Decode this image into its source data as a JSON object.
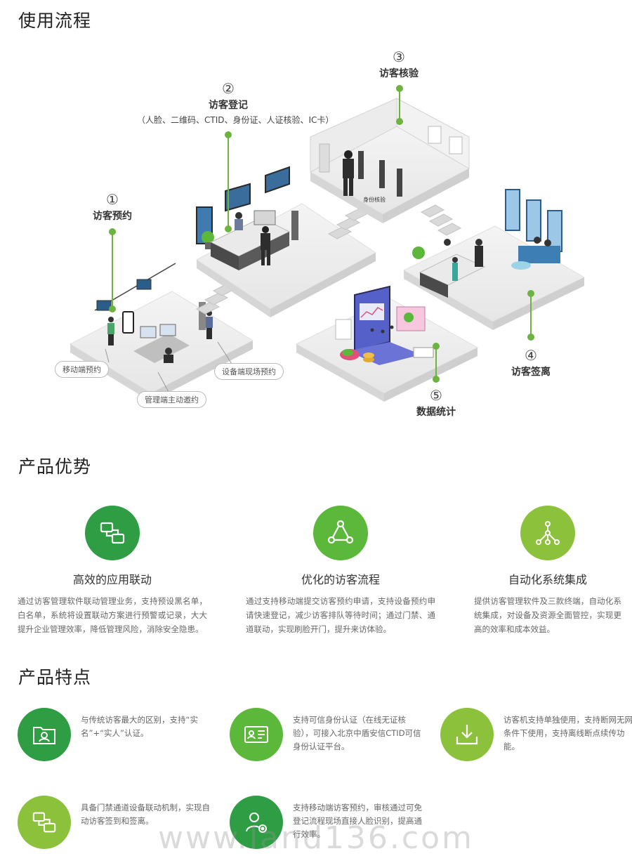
{
  "usage": {
    "title": "使用流程",
    "steps": [
      {
        "num": "①",
        "label": "访客预约",
        "sub": ""
      },
      {
        "num": "②",
        "label": "访客登记",
        "sub": "（人脸、二维码、CTID、身份证、人证核验、IC卡）"
      },
      {
        "num": "③",
        "label": "访客核验",
        "sub": ""
      },
      {
        "num": "④",
        "label": "访客签离",
        "sub": ""
      },
      {
        "num": "⑤",
        "label": "数据统计",
        "sub": ""
      }
    ],
    "tags": {
      "mobile": "移动端预约",
      "device": "设备端现场预约",
      "admin": "管理端主动邀约",
      "id_check": "身份核验"
    }
  },
  "advantages": {
    "title": "产品优势",
    "items": [
      {
        "icon": "linked-screens-icon",
        "title": "高效的应用联动",
        "desc": "通过访客管理软件联动管理业务，支持预设黑名单，白名单，系统将设置联动方案进行预警或记录，大大提升企业管理效率，降低管理风险，消除安全隐患。"
      },
      {
        "icon": "flow-cycle-icon",
        "title": "优化的访客流程",
        "desc": "通过支持移动端提交访客预约申请，支持设备预约申请快速登记，减少访客排队等待时间；通过门禁、通道联动，实现刷脸开门，提升来访体验。"
      },
      {
        "icon": "hierarchy-icon",
        "title": "自动化系统集成",
        "desc": "提供访客管理软件及三款终端，自动化系统集成，对设备及资源全面管控，实现更高的效率和成本效益。"
      }
    ]
  },
  "features": {
    "title": "产品特点",
    "items": [
      {
        "icon": "id-folder-icon",
        "desc": "与传统访客最大的区别，支持“实名”+“实人”认证。"
      },
      {
        "icon": "id-card-icon",
        "desc": "支持可信身份认证（在线无证核验），可接入北京中盾安信CTID可信身份认证平台。"
      },
      {
        "icon": "download-tray-icon",
        "desc": "访客机支持单独使用，支持断网无网条件下使用，支持离线断点续传功能。"
      },
      {
        "icon": "linked-screens-icon",
        "desc": "具备门禁通道设备联动机制，实现自动访客签到和签离。"
      },
      {
        "icon": "user-settings-icon",
        "desc": "支持移动端访客预约，审核通过可免登记流程现场直接人脸识别，提高通行效率。"
      }
    ]
  },
  "watermark": "www.land136.com",
  "colors": {
    "dark_green": "#2e9d43",
    "mid_green": "#5cb83a",
    "light_green": "#8cc23b"
  }
}
